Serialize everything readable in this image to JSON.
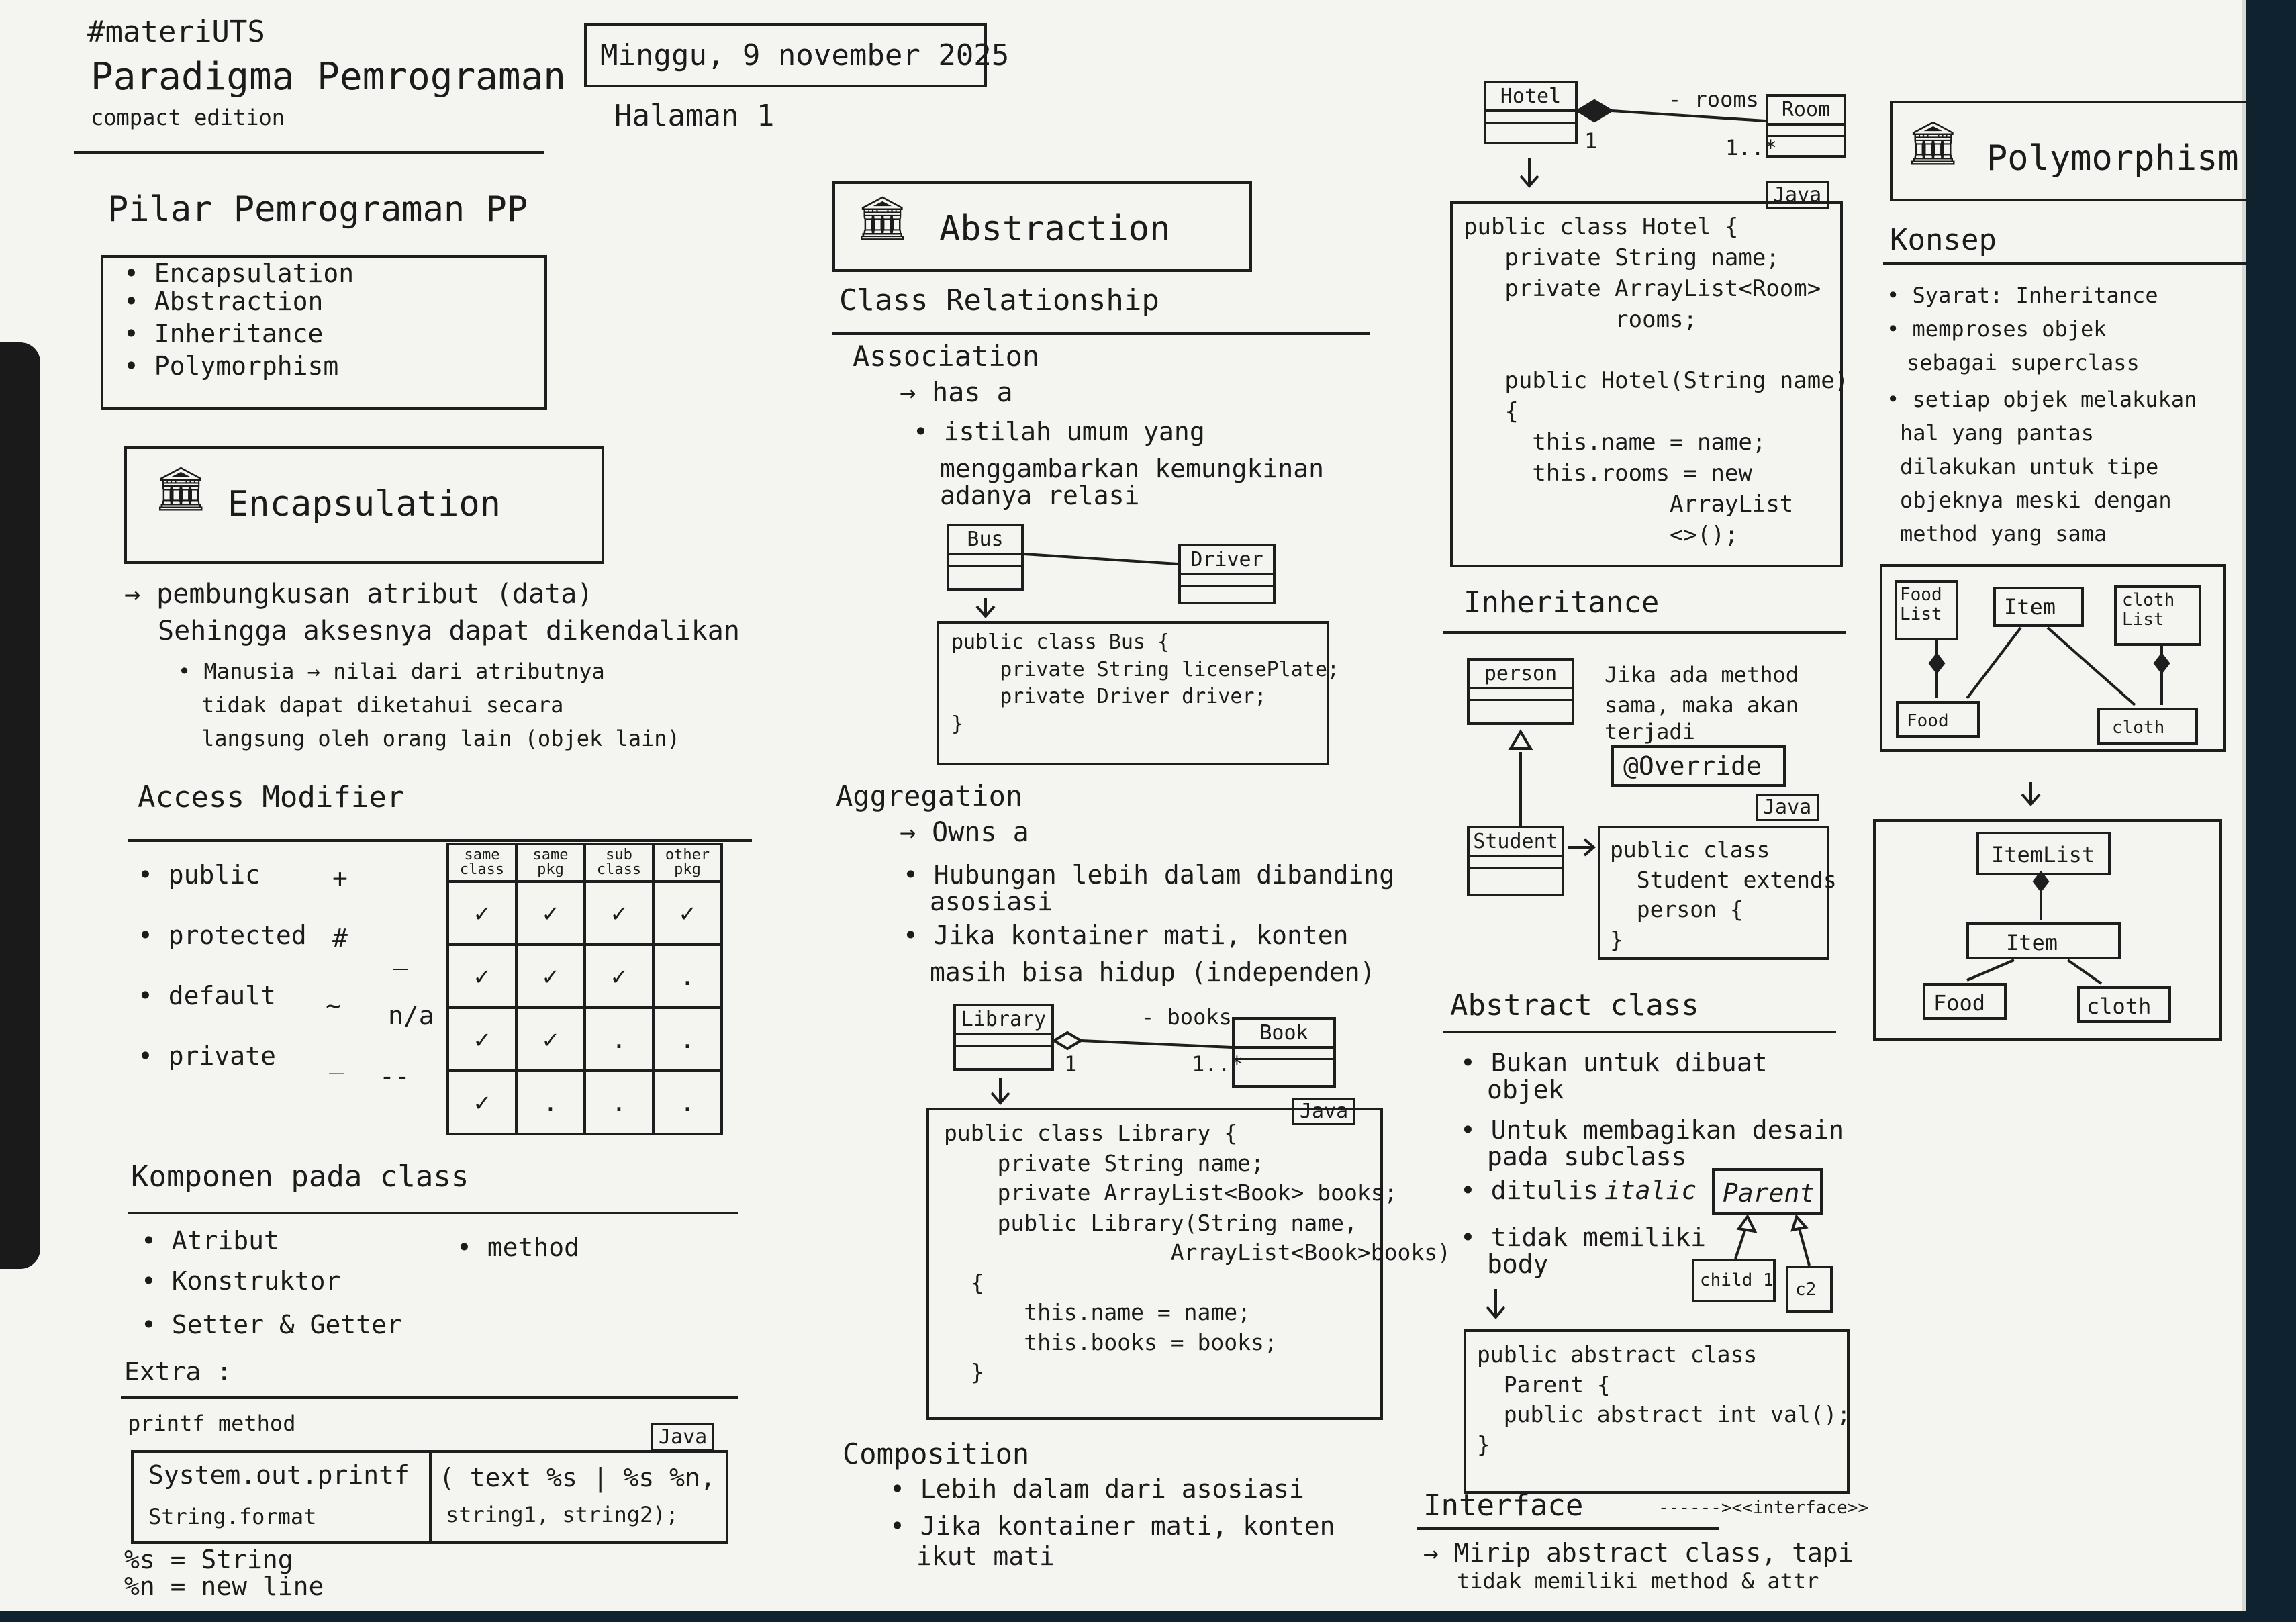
{
  "header": {
    "hashtag": "#materiUTS",
    "title": "Paradigma Pemrograman",
    "subtitle": "compact edition",
    "date": "Minggu, 9 november 2025",
    "page": "Halaman 1"
  },
  "pillars": {
    "heading": "Pilar Pemrograman PP",
    "items": [
      "Encapsulation",
      "Abstraction",
      "Inheritance",
      "Polymorphism"
    ]
  },
  "encapsulation": {
    "title": "Encapsulation",
    "line1": "→ pembungkusan atribut (data)",
    "line2": "Sehingga aksesnya dapat dikendalikan",
    "ex1": "Manusia → nilai dari atributnya",
    "ex2": "tidak dapat diketahui secara",
    "ex3": "langsung oleh orang lain (objek lain)"
  },
  "access": {
    "heading": "Access Modifier",
    "rows": [
      {
        "name": "public",
        "sym": "+",
        "alt": ""
      },
      {
        "name": "protected",
        "sym": "#",
        "alt": "_"
      },
      {
        "name": "default",
        "sym": "~",
        "alt": "n/a"
      },
      {
        "name": "private",
        "sym": "_",
        "alt": "--"
      }
    ],
    "cols": [
      "same class",
      "same pkg",
      "sub class",
      "other pkg"
    ],
    "grid": [
      [
        "✓",
        "✓",
        "✓",
        "✓"
      ],
      [
        "✓",
        "✓",
        "✓",
        "."
      ],
      [
        "✓",
        "✓",
        ".",
        "."
      ],
      [
        "✓",
        ".",
        ".",
        "."
      ]
    ]
  },
  "components": {
    "heading": "Komponen pada class",
    "items": [
      "Atribut",
      "Konstruktor",
      "Setter & Getter"
    ],
    "extra_item": "method"
  },
  "extra": {
    "heading": "Extra :",
    "printf_label": "printf method",
    "lang": "Java",
    "left1": "System.out.printf",
    "left2": "String.format",
    "right1": "( text %s | %s %n,",
    "right2": "string1, string2);",
    "note1": "%s = String",
    "note2": "%n = new line"
  },
  "abstraction": {
    "title": "Abstraction",
    "relationship": "Class Relationship",
    "assoc": {
      "title": "Association",
      "sub": "→ has a",
      "b1": "istilah umum yang",
      "b2": "menggambarkan kemungkinan",
      "b3": "adanya relasi",
      "uml_a": "Bus",
      "uml_b": "Driver",
      "code": "public class Bus {\n    private String licensePlate;\n    private Driver driver;\n}"
    },
    "aggr": {
      "title": "Aggregation",
      "sub": "→ Owns a",
      "b1": "Hubungan lebih dalam dibanding",
      "b2": "asosiasi",
      "b3": "Jika kontainer mati, konten",
      "b4": "masih bisa hidup (independen)",
      "uml_a": "Library",
      "uml_b": "Book",
      "role": "- books",
      "m1": "1",
      "m2": "1..*",
      "lang": "Java",
      "code": "public class Library {\n    private String name;\n    private ArrayList<Book> books;\n    public Library(String name,\n                 ArrayList<Book>books)\n  {\n      this.name = name;\n      this.books = books;\n  }"
    },
    "comp": {
      "title": "Composition",
      "b1": "Lebih dalam dari asosiasi",
      "b2": "Jika kontainer mati, konten",
      "b3": "ikut mati"
    }
  },
  "hotel": {
    "uml_a": "Hotel",
    "uml_b": "Room",
    "role": "- rooms",
    "m1": "1",
    "m2": "1..*",
    "lang": "Java",
    "code": "public class Hotel {\n   private String name;\n   private ArrayList<Room>\n           rooms;\n\n   public Hotel(String name)\n   {\n     this.name = name;\n     this.rooms = new\n               ArrayList\n               <>();"
  },
  "inheritance": {
    "heading": "Inheritance",
    "uml_parent": "person",
    "uml_child": "Student",
    "t1": "Jika ada method",
    "t2": "sama, maka akan",
    "t3": "terjadi",
    "override": "@Override",
    "lang": "Java",
    "code": "public class\n  Student extends\n  person {\n}"
  },
  "abstract_class": {
    "heading": "Abstract class",
    "b1": "Bukan untuk dibuat",
    "b1b": "objek",
    "b2": "Untuk membagikan desain",
    "b2b": "pada subclass",
    "b3": "ditulis",
    "b3b": "italic",
    "b4": "tidak memiliki",
    "b4b": "body",
    "uml_parent": "Parent",
    "uml_c1": "child 1",
    "uml_c2": "c2",
    "code": "public abstract class\n  Parent {\n  public abstract int val();\n}"
  },
  "interface": {
    "heading": "Interface",
    "stereo": "------><<interface>>",
    "l1": "→ Mirip abstract class, tapi",
    "l2": "tidak memiliki method & attr"
  },
  "polymorphism": {
    "title": "Polymorphism",
    "konsep": "Konsep",
    "b1": "Syarat: Inheritance",
    "b2": "memproses objek",
    "b2b": "sebagai superclass",
    "b3": "setiap objek melakukan",
    "b3b": "hal yang pantas",
    "b3c": "dilakukan untuk tipe",
    "b3d": "objeknya meski dengan",
    "b3e": "method yang sama",
    "d1": {
      "foodlist": "Food List",
      "item": "Item",
      "clothlist": "cloth List",
      "food": "Food",
      "cloth": "cloth"
    },
    "d2": {
      "itemlist": "ItemList",
      "item": "Item",
      "food": "Food",
      "cloth": "cloth"
    }
  }
}
